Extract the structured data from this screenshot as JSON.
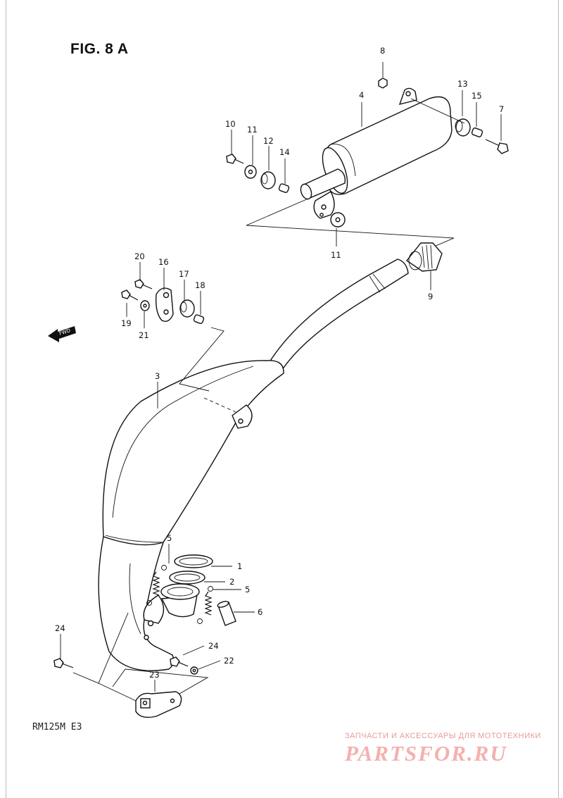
{
  "figure": {
    "title": "FIG. 8 A"
  },
  "model_code": "RM125M  E3",
  "direction_label": "FWD",
  "watermark": {
    "line1": "ЗАПЧАСТИ И АКСЕССУАРЫ ДЛЯ МОТОТЕХНИКИ",
    "logo": "PARTSFOR.RU"
  },
  "callouts": {
    "c1": "1",
    "c2": "2",
    "c3": "3",
    "c4": "4",
    "c5a": "5",
    "c5b": "5",
    "c6": "6",
    "c7": "7",
    "c8": "8",
    "c9": "9",
    "c10": "10",
    "c11a": "11",
    "c11b": "11",
    "c12": "12",
    "c13": "13",
    "c14": "14",
    "c15": "15",
    "c16": "16",
    "c17": "17",
    "c18": "18",
    "c19": "19",
    "c20": "20",
    "c21": "21",
    "c22": "22",
    "c23": "23",
    "c24a": "24",
    "c24b": "24"
  }
}
